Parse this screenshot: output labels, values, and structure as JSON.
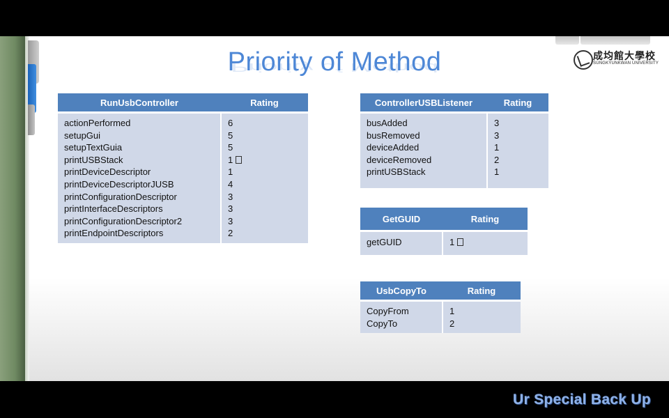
{
  "title": "Priority of Method",
  "logo": {
    "cjk": "成均館大學校",
    "en": "SUNGKYUNKWAN UNIVERSITY"
  },
  "footer": "Ur Special Back Up",
  "tables": {
    "run_usb_controller": {
      "headers": [
        "RunUsbController",
        "Rating"
      ],
      "methods": [
        "actionPerformed",
        "setupGui",
        "setupTextGuia",
        "printUSBStack",
        "printDeviceDescriptor",
        "printDeviceDescriptorJUSB",
        "printConfigurationDescriptor",
        "printInterfaceDescriptors",
        "printConfigurationDescriptor2",
        "printEndpointDescriptors"
      ],
      "ratings": [
        "6",
        "5",
        "5",
        "1",
        "1",
        "4",
        "3",
        "3",
        "3",
        "2"
      ]
    },
    "controller_usb_listener": {
      "headers": [
        "ControllerUSBListener",
        "Rating"
      ],
      "methods": [
        "busAdded",
        "busRemoved",
        "deviceAdded",
        "deviceRemoved",
        "printUSBStack"
      ],
      "ratings": [
        "3",
        "3",
        "1",
        "2",
        "1"
      ]
    },
    "get_guid": {
      "headers": [
        "GetGUID",
        "Rating"
      ],
      "methods": [
        "getGUID"
      ],
      "ratings": [
        "1"
      ]
    },
    "usb_copy_to": {
      "headers": [
        "UsbCopyTo",
        "Rating"
      ],
      "methods": [
        "CopyFrom",
        "CopyTo"
      ],
      "ratings": [
        "1",
        "2"
      ]
    }
  },
  "colors": {
    "header_bg": "#4f81bd",
    "cell_bg": "#d0d8e8",
    "title": "#4d87d6",
    "footer": "#8fb1e6"
  }
}
